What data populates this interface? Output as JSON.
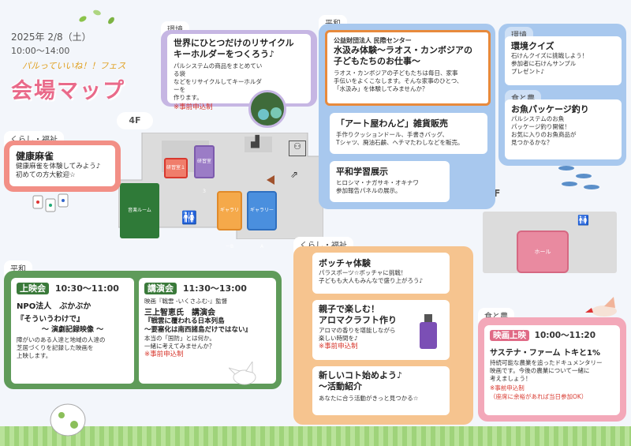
{
  "header": {
    "date_line": "2025年 2/8（土）",
    "time_line": "10:00～14:00",
    "subtitle": "パルっていいね！！フェス",
    "title": "会場マップ"
  },
  "floors": {
    "f4": "4F",
    "f5": "5F"
  },
  "map4f": {
    "room1": "研習室１",
    "room3": "研習室３",
    "music": "音楽ルーム",
    "galleryB": "ギャラリーB",
    "galleryA": "ギャラリーA"
  },
  "map5f": {
    "hall": "ホール"
  },
  "recycle": {
    "tag": "環境",
    "title_l1": "世界にひとつだけのリサイクル",
    "title_l2": "キーホルダーをつくろう♪",
    "d1": "パルシステムの商品をまとめている袋",
    "d2": "などをリサイクルしてキーホルダーを",
    "d3": "作ります。",
    "note": "※事前申込制"
  },
  "mahjong": {
    "tag": "くらし・福祉",
    "title": "健康麻雀",
    "d1": "健康麻雀を体験してみよう♪",
    "d2": "初めての方大歓迎☆"
  },
  "screening": {
    "tag": "平和",
    "label": "上映会",
    "time": "10:30～11:00",
    "org": "NPO法人　ぶかぶか",
    "t1": "『そういうわけで』",
    "t2": "～ 演劇記録映像 ～",
    "d1": "障がいのある人達と地域の人達の",
    "d2": "芝居づくりを記録した映画を",
    "d3": "上映します。"
  },
  "lecture": {
    "label": "講演会",
    "time": "11:30～13:00",
    "film": "映画『戦雲 -いくさふむ-』監督",
    "speaker": "三上智恵氏　講演会",
    "t1": "『戦雲に覆われる日本列島",
    "t2": "～要塞化は南西諸島だけではない』",
    "d1": "本当の「国防」とは何か。",
    "d2": "一緒に考えてみませんか？",
    "note": "※事前申込制"
  },
  "peace": {
    "tag": "平和",
    "org": "公益財団法人 民際センター",
    "t1": "水汲み体験～ラオス・カンボジアの",
    "t2": "子どもたちのお仕事～",
    "d1": "ラオス・カンボジアの子どもたちは毎日、家事",
    "d2": "手伝いをよくこなします。そんな家事のひとつ、",
    "d3": "「水汲み」を体験してみませんか？"
  },
  "art": {
    "title": "「アート屋わんど」雑貨販売",
    "d1": "手作りクッションドール、手書きバッグ、",
    "d2": "Tシャツ、廃油石鹸、ヘチマたわしなどを販売。"
  },
  "study": {
    "title": "平和学習展示",
    "d1": "ヒロシマ・ナガサキ・オキナワ",
    "d2": "参加報告パネルの展示。"
  },
  "quiz": {
    "tag": "環境",
    "title": "環境クイズ",
    "d1": "石けんクイズに挑戦しよう！",
    "d2": "参加者に石けんサンプル",
    "d3": "プレゼント♪"
  },
  "fish": {
    "tag": "食と農",
    "title": "お魚パッケージ釣り",
    "d1": "パルシステムのお魚",
    "d2": "パッケージ釣り開催！",
    "d3": "お気に入りのお魚商品が",
    "d4": "見つかるかな？"
  },
  "welfare": {
    "tag": "くらし・福祉",
    "boccia_title": "ボッチャ体験",
    "b1": "パラスポーツ☆ボッチャに挑戦！",
    "b2": "子どもも大人もみんなで盛り上がろう♪",
    "aroma_t1": "親子で楽しむ！",
    "aroma_t2": "アロマクラフト作り",
    "a1": "アロマの香りを堪能しながら",
    "a2": "楽しい時間を♪",
    "aroma_note": "※事前申込制",
    "new_t1": "新しいコト始めよう♪",
    "new_t2": "～活動紹介",
    "n1": "あなたに合う活動がきっと見つかる☆"
  },
  "film5f": {
    "tag": "食と農",
    "label": "映画上映",
    "time": "10:00～11:20",
    "title": "サステナ・ファーム トキと1%",
    "d1": "持続可能な農業を追ったドキュメンタリー",
    "d2": "映画です。今後の農業について一緒に",
    "d3": "考えましょう！",
    "note1": "※事前申込制",
    "note2": "（座席に余裕があれば当日参加OK）"
  },
  "colors": {
    "purple": "#c6b6e3",
    "blue": "#a8c8ee",
    "green": "#5f9b5a",
    "orange": "#f6c48f",
    "pink": "#f3a8b9"
  }
}
